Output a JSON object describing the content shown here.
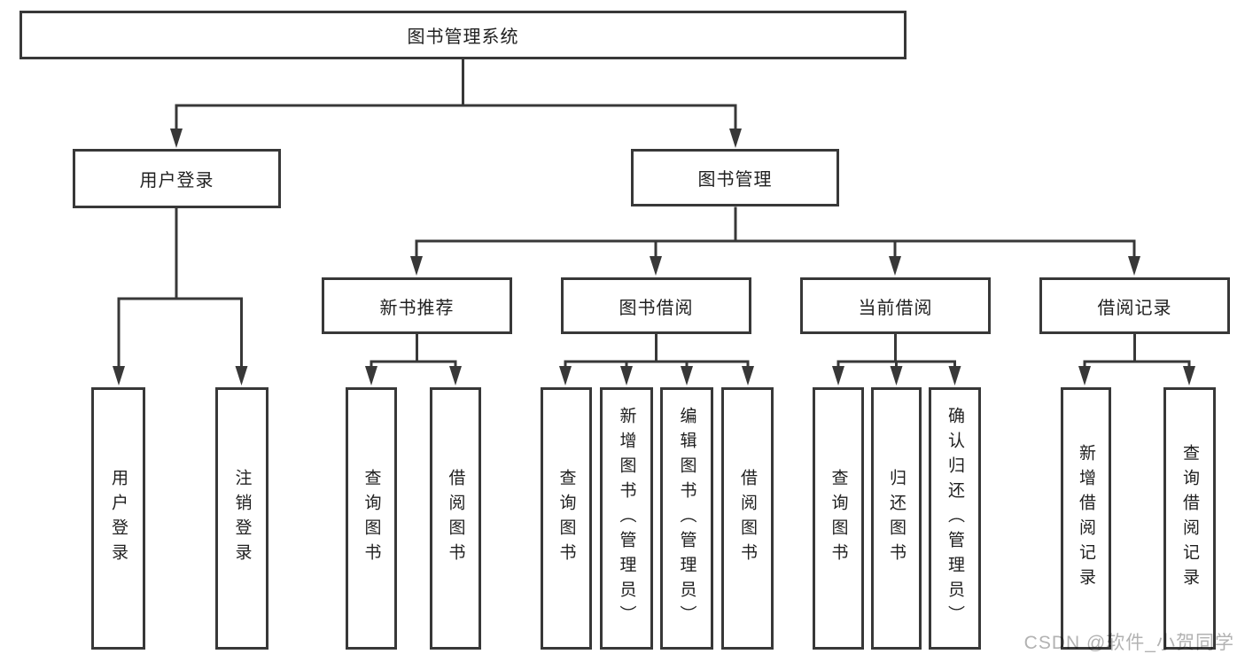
{
  "colors": {
    "line": "#383838",
    "box_border": "#383838",
    "text": "#1f1f1f",
    "watermark": "#b2b2b2",
    "background": "#ffffff"
  },
  "tree": {
    "root": {
      "label": "图书管理系统"
    },
    "branches": [
      {
        "label": "用户登录",
        "children": [
          {
            "label": "用户登录"
          },
          {
            "label": "注销登录"
          }
        ]
      },
      {
        "label": "图书管理",
        "children": [
          {
            "label": "新书推荐",
            "children": [
              {
                "label": "查询图书"
              },
              {
                "label": "借阅图书"
              }
            ]
          },
          {
            "label": "图书借阅",
            "children": [
              {
                "label": "查询图书"
              },
              {
                "label": "新增图书（管理员）"
              },
              {
                "label": "编辑图书（管理员）"
              },
              {
                "label": "借阅图书"
              }
            ]
          },
          {
            "label": "当前借阅",
            "children": [
              {
                "label": "查询图书"
              },
              {
                "label": "归还图书"
              },
              {
                "label": "确认归还（管理员）"
              }
            ]
          },
          {
            "label": "借阅记录",
            "children": [
              {
                "label": "新增借阅记录"
              },
              {
                "label": "查询借阅记录"
              }
            ]
          }
        ]
      }
    ]
  },
  "watermark": {
    "text": "CSDN @软件_小贺同学"
  }
}
